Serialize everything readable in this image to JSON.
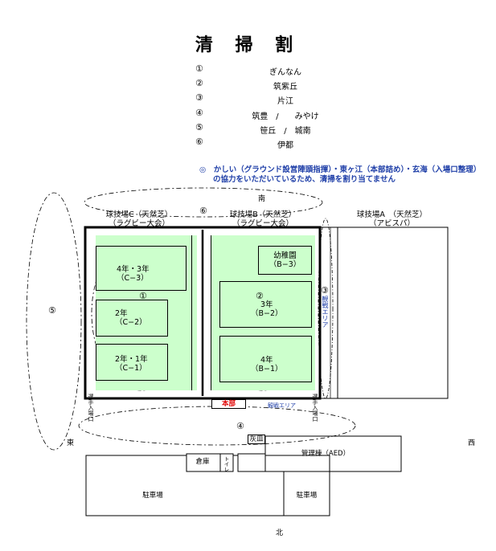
{
  "title": "清 掃 割",
  "assignments": [
    {
      "num": "①",
      "name": "ぎんなん"
    },
    {
      "num": "②",
      "name": "筑紫丘"
    },
    {
      "num": "③",
      "name": "片江"
    },
    {
      "num": "④",
      "name": "筑豊　/　　みやけ"
    },
    {
      "num": "⑤",
      "name": "笹丘　/　城南"
    },
    {
      "num": "⑥",
      "name": "伊都"
    }
  ],
  "note": {
    "line1": "◎　かしい（グラウンド設営陣頭指揮）・東ヶ江（本部詰め）・玄海（入場口整理）",
    "line2": "の協力をいただいているため、清掃を割り当てません"
  },
  "directions": {
    "south": "南",
    "east": "東",
    "west": "西",
    "north": "北"
  },
  "circle_labels": {
    "c1": "①",
    "c2": "②",
    "c3": "③",
    "c4": "④",
    "c5": "⑤",
    "c6": "⑥"
  },
  "fields": {
    "c": {
      "name": "球技場C（天然芝）",
      "sub": "（ラグビー大会）"
    },
    "b": {
      "name": "球技場B（天然芝）",
      "sub": "（ラグビー大会）"
    },
    "a": {
      "name": "球技場A　（天然芝）",
      "sub": "（アビスパ）"
    }
  },
  "zones": {
    "c3": {
      "grade": "4年・3年",
      "code": "（C−3）"
    },
    "c2": {
      "grade": "2年",
      "code": "（C−2）"
    },
    "c1": {
      "grade": "2年・1年",
      "code": "（C−1）"
    },
    "b3": {
      "grade": "幼稚園",
      "code": "（B−3）"
    },
    "b2": {
      "grade": "3年",
      "code": "（B−2）"
    },
    "b1": {
      "grade": "4年",
      "code": "（B−1）"
    }
  },
  "facilities": {
    "honbu": "本部",
    "spectator_right": "観戦エリア",
    "spectator_bottom": "観戦エリア",
    "entrance_left": "選手入場口",
    "entrance_right": "選手入場口",
    "ashtray": "灰皿",
    "kanri": "管理棟（AED）",
    "souko": "倉庫",
    "toilet": "トイレ",
    "parking1": "駐車場",
    "parking2": "駐車場"
  },
  "colors": {
    "field_green": "#ccffcc",
    "note_blue": "#1f3fa8",
    "honbu_red": "#e00000"
  }
}
